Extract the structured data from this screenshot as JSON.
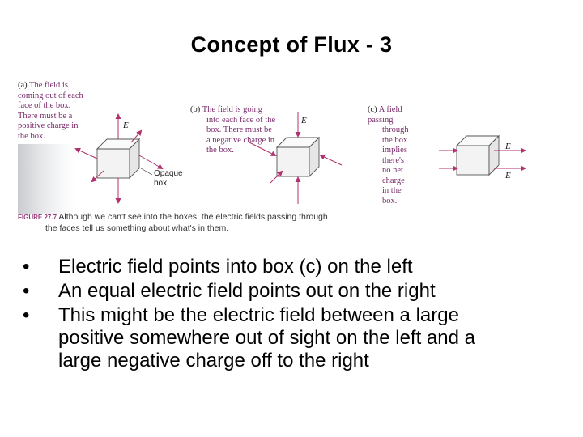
{
  "slide": {
    "title": "Concept of Flux - 3"
  },
  "figure": {
    "panel_a": {
      "label": "(a)",
      "lines": [
        "The field is",
        "coming out of each",
        "face of the box.",
        "There must be a",
        "positive charge in",
        "the box."
      ],
      "opaque_label": [
        "Opaque",
        "box"
      ],
      "field_symbol": "E"
    },
    "panel_b": {
      "label": "(b)",
      "lines": [
        "The field is going",
        "into each face of the",
        "box. There must be",
        "a negative charge in",
        "the box."
      ],
      "field_symbol": "E"
    },
    "panel_c": {
      "label": "(c)",
      "lines": [
        "A field passing",
        "through the box",
        "implies there's",
        "no net charge",
        "in the box."
      ],
      "field_symbol_1": "E",
      "field_symbol_2": "E"
    },
    "caption": {
      "figure_label": "FIGURE 27.7",
      "text_line1": "Although we can't see into the boxes, the electric fields passing through",
      "text_line2": "the faces tell us something about what's in them."
    },
    "colors": {
      "arrow": "#b0326e",
      "text": "#7a2a6a",
      "box": "#555555"
    }
  },
  "bullets": [
    {
      "line1": "Electric field points into box (c) on the left"
    },
    {
      "line1": "An equal electric field points out on the right"
    },
    {
      "line1": "This might be the electric field between a large",
      "line2": "positive somewhere out of sight on the left and a",
      "line3": "large negative charge off to the right"
    }
  ]
}
